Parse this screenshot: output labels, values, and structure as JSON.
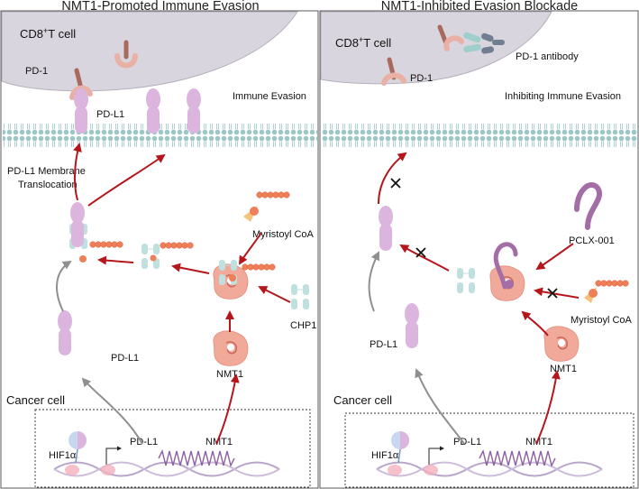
{
  "left_panel": {
    "title": "NMT1-Promoted Immune Evasion",
    "t_cell_label_pre": "CD8",
    "t_cell_label_sup": "+",
    "t_cell_label_post": "T cell",
    "pd1_label": "PD-1",
    "pdl1_membrane_label": "PD-L1",
    "immune_evasion_label": "Immune Evasion",
    "translocation_label_line1": "PD-L1 Membrane",
    "translocation_label_line2": "Translocation",
    "myristoyl_label": "Myristoyl CoA",
    "chp1_label": "CHP1",
    "pdl1_cyto_label": "PD-L1",
    "nmt1_label": "NMT1",
    "cancer_cell_label": "Cancer cell",
    "hif_label": "HIF1α",
    "gene_pdl1_label": "PD-L1",
    "gene_nmt1_label": "NMT1"
  },
  "right_panel": {
    "title": "NMT1-Inhibited Evasion Blockade",
    "t_cell_label_pre": "CD8",
    "t_cell_label_sup": "+",
    "t_cell_label_post": "T cell",
    "antibody_label": "PD-1 antibody",
    "pd1_label": "PD-1",
    "inhibiting_label": "Inhibiting Immune Evasion",
    "pclx_label": "PCLX-001",
    "myristoyl_label": "Myristoyl CoA",
    "pdl1_cyto_label": "PD-L1",
    "nmt1_label": "NMT1",
    "cancer_cell_label": "Cancer cell",
    "hif_label": "HIF1α",
    "gene_pdl1_label": "PD-L1",
    "gene_nmt1_label": "NMT1"
  },
  "colors": {
    "t_cell": "#d9d5de",
    "membrane": "#9dc7c7",
    "pdl1": "#dcb5df",
    "nmt1": "#f1a99a",
    "chp1": "#bfe0df",
    "myristoyl": "#ee7f58",
    "pd1": "#a86a5c",
    "red_arrow": "#b5161c",
    "grey_arrow": "#8f8f8f",
    "dna_strand": "#b9a6cb",
    "dna_wave": "#8e5fa3",
    "pclx": "#a36ea6"
  }
}
